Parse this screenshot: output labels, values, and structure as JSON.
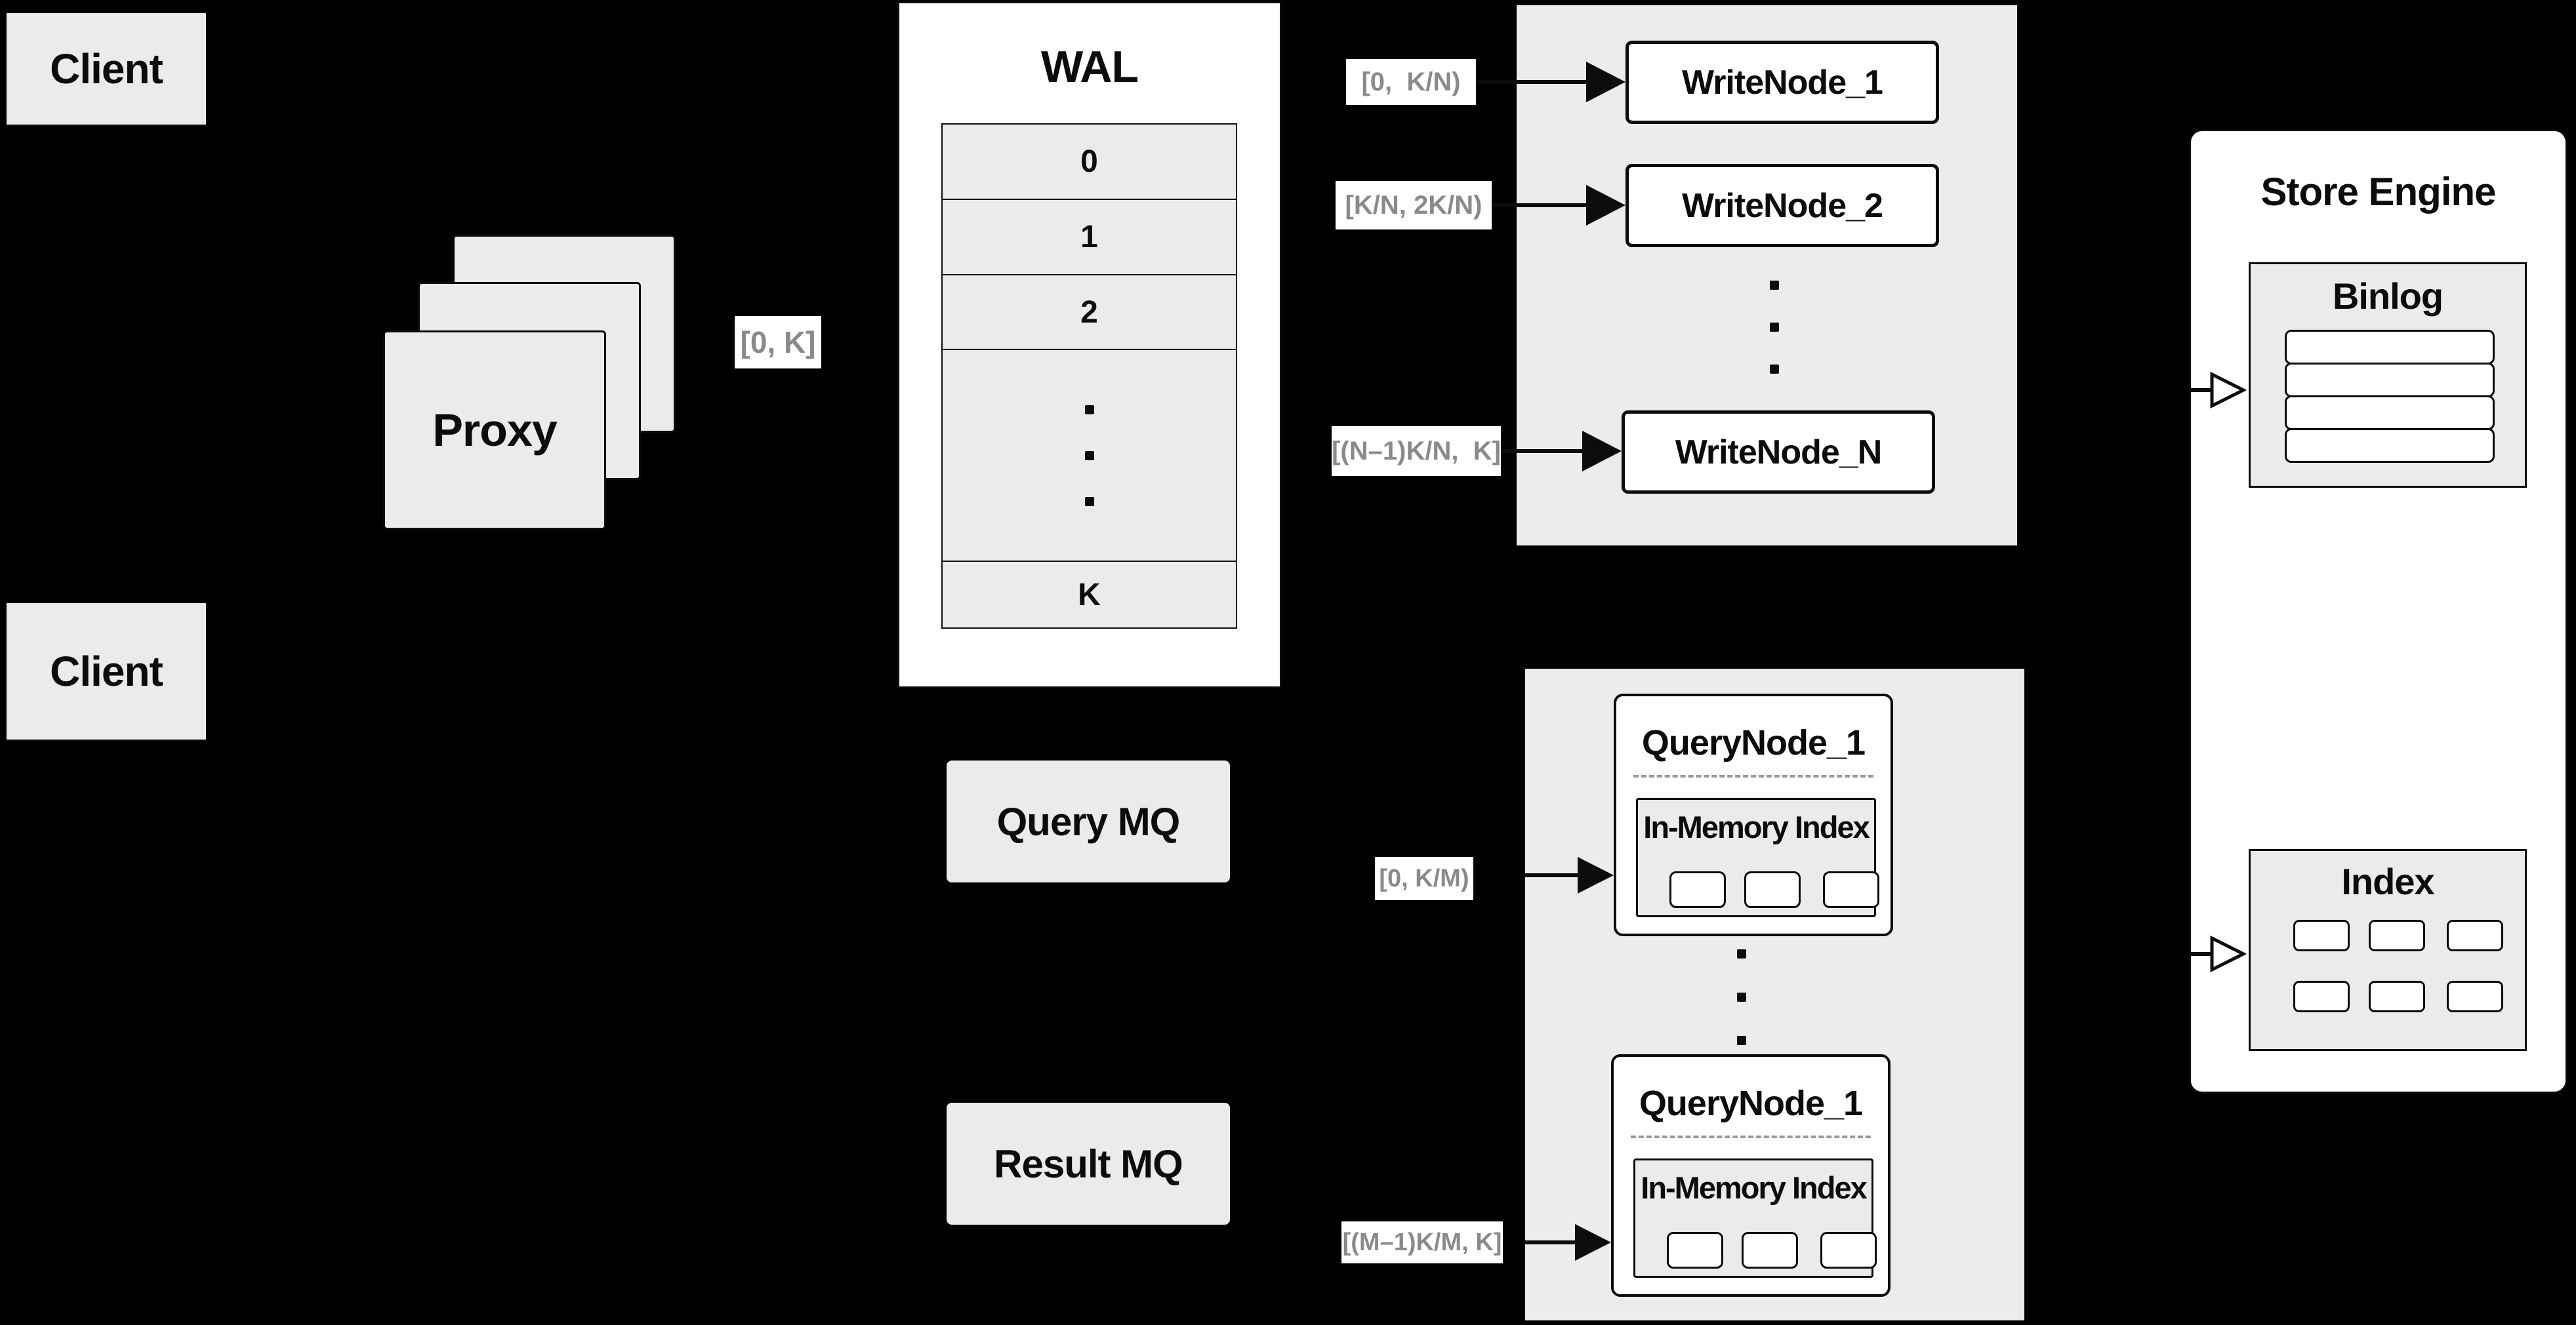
{
  "colors": {
    "background": "#000000",
    "node_gray": "#ebebeb",
    "cluster_gray": "#ececec",
    "node_white": "#ffffff",
    "line_black": "#0c0c0c",
    "range_label_text": "#8a8a8a",
    "dashed_divider": "#999999"
  },
  "clients": {
    "top": "Client",
    "bottom": "Client"
  },
  "proxy": {
    "label": "Proxy",
    "range_label": "[0, K]"
  },
  "wal": {
    "title": "WAL",
    "slots": [
      "0",
      "1",
      "2",
      "K"
    ]
  },
  "write_cluster": {
    "nodes": [
      {
        "label": "WriteNode_1",
        "range": "[0,  K/N)"
      },
      {
        "label": "WriteNode_2",
        "range": "[K/N, 2K/N)"
      },
      {
        "label": "WriteNode_N",
        "range": "[(N–1)K/N,  K]"
      }
    ]
  },
  "query_cluster": {
    "query_mq": "Query MQ",
    "result_mq": "Result MQ",
    "nodes": [
      {
        "label": "QueryNode_1",
        "inner_title": "In-Memory Index",
        "range": "[0, K/M)"
      },
      {
        "label": "QueryNode_1",
        "inner_title": "In-Memory Index",
        "range": "[(M–1)K/M, K]"
      }
    ]
  },
  "store_engine": {
    "title": "Store Engine",
    "binlog_title": "Binlog",
    "index_title": "Index"
  }
}
